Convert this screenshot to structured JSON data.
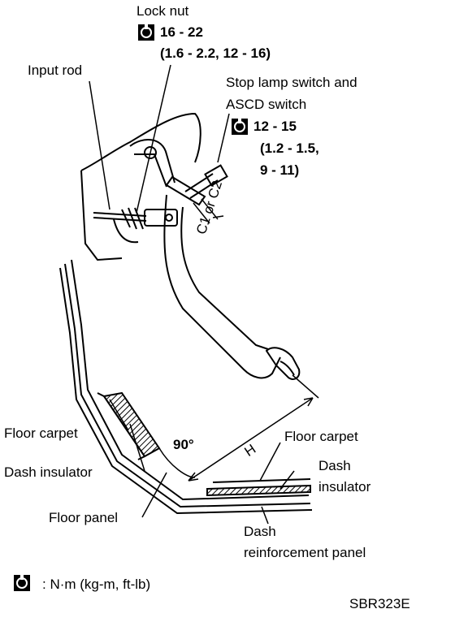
{
  "labels": {
    "lock_nut": "Lock nut",
    "lock_nut_torque": "16 - 22",
    "lock_nut_torque_alt": "(1.6 - 2.2, 12 - 16)",
    "input_rod": "Input rod",
    "stop_lamp_line1": "Stop lamp switch and",
    "stop_lamp_line2": "ASCD switch",
    "stop_lamp_torque": "12 - 15",
    "stop_lamp_torque_alt1": "(1.2 - 1.5,",
    "stop_lamp_torque_alt2": "9 - 11)",
    "clearance": "C1 or C2",
    "floor_carpet_left": "Floor carpet",
    "dash_insulator_left": "Dash insulator",
    "floor_panel": "Floor panel",
    "angle": "90°",
    "height": "H",
    "floor_carpet_right": "Floor carpet",
    "dash_insulator_right_1": "Dash",
    "dash_insulator_right_2": "insulator",
    "dash_reinforcement_1": "Dash",
    "dash_reinforcement_2": "reinforcement panel",
    "legend_units": ": N·m (kg-m, ft-lb)",
    "figure_code": "SBR323E"
  },
  "icons": {
    "torque_icon": "torque-wrench-icon"
  }
}
